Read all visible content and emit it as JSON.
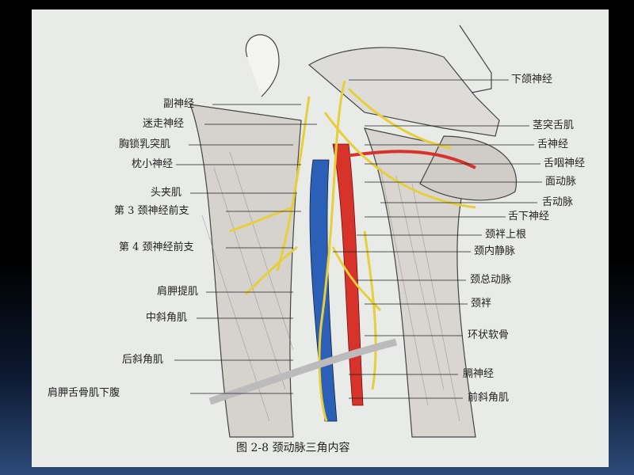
{
  "left_labels": [
    "副神经",
    "迷走神经",
    "胸锁乳突肌",
    "枕小神经",
    "头夹肌",
    "第 3 颈神经前支",
    "第 4 颈神经前支",
    "肩胛提肌",
    "中斜角肌",
    "后斜角肌",
    "肩胛舌骨肌下腹"
  ],
  "right_labels": [
    "下颌神经",
    "茎突舌肌",
    "舌神经",
    "舌咽神经",
    "面动脉",
    "舌动脉",
    "舌下神经",
    "颈袢上根",
    "颈内静脉",
    "颈总动脉",
    "颈袢",
    "环状软骨",
    "膈神经",
    "前斜角肌"
  ],
  "caption": "图 2-8   颈动脉三角内容",
  "colors": {
    "vein": "#2b5fb8",
    "artery": "#d8332a",
    "nerve": "#e6cf3a",
    "paper": "#e9ebe8"
  }
}
